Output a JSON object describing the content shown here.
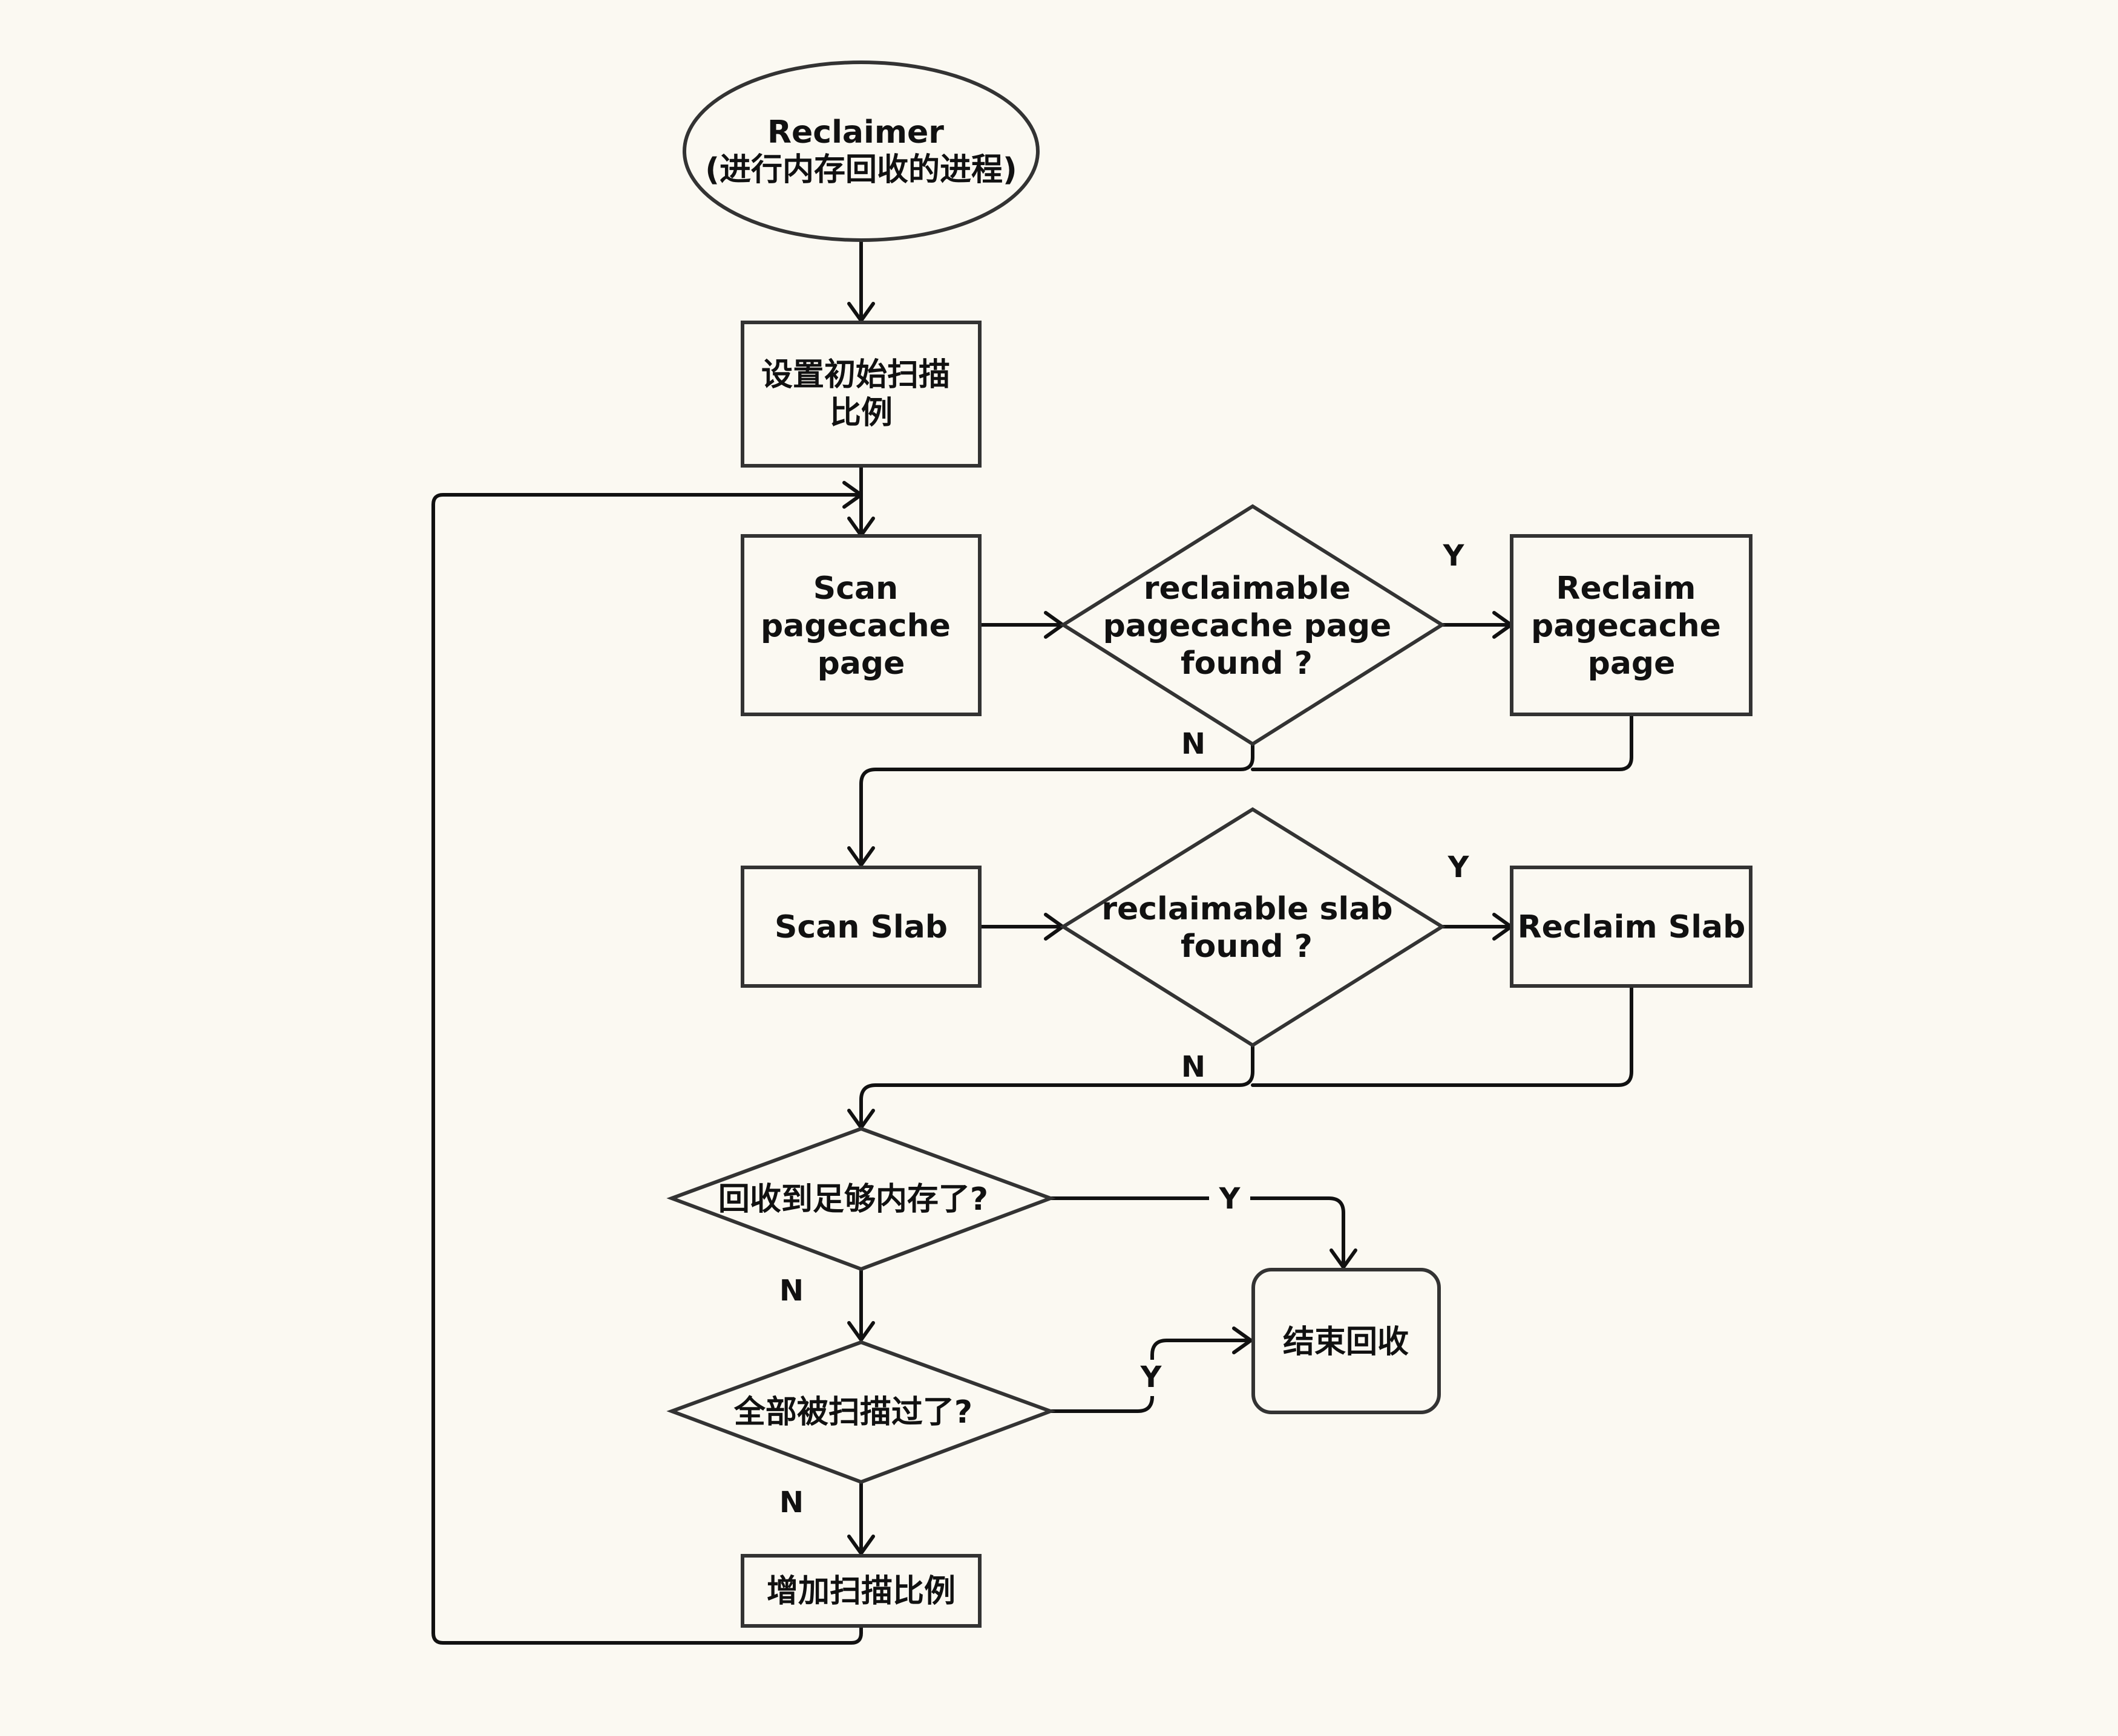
{
  "nodes": {
    "reclaimer": {
      "lines": [
        "Reclaimer",
        "(进行内存回收的进程)"
      ]
    },
    "set_initial_ratio": {
      "lines": [
        "设置初始扫描",
        "比例"
      ]
    },
    "scan_pagecache": {
      "lines": [
        "Scan",
        "pagecache",
        "page"
      ]
    },
    "pagecache_found": {
      "lines": [
        "reclaimable",
        "pagecache page",
        "found ?"
      ]
    },
    "reclaim_pagecache": {
      "lines": [
        "Reclaim",
        "pagecache",
        "page"
      ]
    },
    "scan_slab": {
      "lines": [
        "Scan Slab"
      ]
    },
    "slab_found": {
      "lines": [
        "reclaimable slab",
        "found ?"
      ]
    },
    "reclaim_slab": {
      "lines": [
        "Reclaim Slab"
      ]
    },
    "enough_memory": {
      "lines": [
        "回收到足够内存了?"
      ]
    },
    "end_reclaim": {
      "lines": [
        "结束回收"
      ]
    },
    "all_scanned": {
      "lines": [
        "全部被扫描过了?"
      ]
    },
    "increase_ratio": {
      "lines": [
        "增加扫描比例"
      ]
    }
  },
  "edge_labels": {
    "pagecache_yes": "Y",
    "pagecache_no": "N",
    "slab_yes": "Y",
    "slab_no": "N",
    "enough_yes": "Y",
    "enough_no": "N",
    "all_yes": "Y",
    "all_no": "N"
  }
}
